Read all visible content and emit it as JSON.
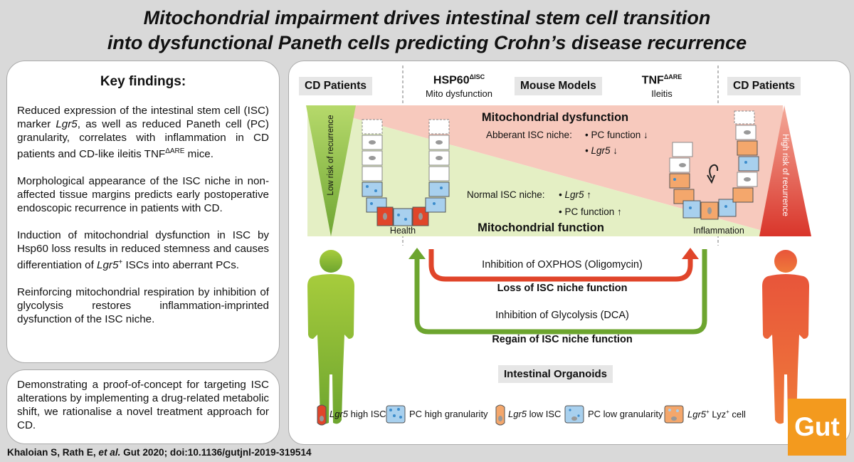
{
  "title": {
    "line1": "Mitochondrial impairment drives intestinal stem cell transition",
    "line2": "into dysfunctional Paneth cells predicting Crohn’s disease recurrence"
  },
  "key_findings": {
    "heading": "Key findings:",
    "p1_a": "Reduced expression of the intestinal stem cell (ISC) marker ",
    "p1_lgr5": "Lgr5",
    "p1_b": ", as well as reduced Paneth cell (PC) granularity, correlates with inflammation in CD patients and CD-like ileitis TNF",
    "p1_sup": "ΔARE",
    "p1_c": " mice.",
    "p2": "Morphological appearance of the ISC niche in non-affected tissue margins predicts early postoperative endoscopic recurrence in patients with CD.",
    "p3_a": "Induction of mitochondrial dysfunction in ISC by Hsp60 loss results in reduced stemness and causes differentiation of ",
    "p3_lgr5": "Lgr5",
    "p3_sup": "+",
    "p3_b": " ISCs into aberrant PCs.",
    "p4": "Reinforcing mitochondrial respiration by inhibition of glycolysis restores inflammation-imprinted dysfunction of the ISC niche."
  },
  "conclusion": "Demonstrating a proof-of-concept for targeting ISC alterations by implementing a drug-related metabolic shift, we rationalise a novel treatment approach for CD.",
  "citation": {
    "authors": "Khaloian S, Rath E, ",
    "etal": "et al.",
    "rest": " Gut 2020; doi:10.1136/gutjnl-2019-319514"
  },
  "diagram": {
    "cd_patients_left": "CD Patients",
    "cd_patients_right": "CD Patients",
    "hsp60": "HSP60",
    "hsp60_sup": "ΔISC",
    "mito_dysfunction": "Mito dysfunction",
    "mouse_models": "Mouse Models",
    "tnf": "TNF",
    "tnf_sup": "ΔARE",
    "ileitis": "Ileitis",
    "low_risk": "Low risk of recurrence",
    "high_risk": "High risk of recurrence",
    "mito_dysfunction_head": "Mitochondrial dysfunction",
    "aberrant_niche": "Abberant ISC niche:",
    "pc_function_down": "• PC function ↓",
    "lgr5_down": "• Lgr5 ↓",
    "normal_niche": "Normal ISC niche:",
    "lgr5_up": "• Lgr5 ↑",
    "pc_function_up": "• PC function ↑",
    "mito_function_head": "Mitochondrial function",
    "health": "Health",
    "inflammation": "Inflammation",
    "oxphos": "Inhibition of OXPHOS (Oligomycin)",
    "loss": "Loss of ISC niche function",
    "glycolysis": "Inhibition of Glycolysis (DCA)",
    "regain": "Regain of ISC niche function",
    "organoids": "Intestinal Organoids"
  },
  "legend": {
    "item1": "Lgr5 high ISC",
    "item2": "PC high granularity",
    "item3": "Lgr5 low ISC",
    "item4": "PC low granularity",
    "item5": "Lgr5⁺ Lyz⁺ cell"
  },
  "brand": "Gut",
  "colors": {
    "green": "#8cc43f",
    "red": "#e0452a",
    "orange": "#f39a1e",
    "pink_bg": "#f6c7bd",
    "light_green_bg": "#e3efc6"
  }
}
